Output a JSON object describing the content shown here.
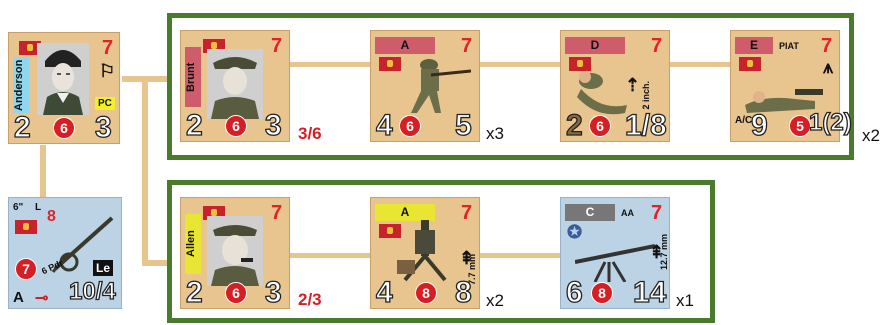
{
  "leader_anderson": {
    "name": "Anderson",
    "morale": "7",
    "skill": "2",
    "command": "6",
    "range": "3",
    "pc": "PC"
  },
  "gun_6pdr": {
    "caliber": "6\"",
    "size": "L",
    "morale": "8",
    "crew": "7",
    "name": "6 Pdr",
    "type": "Le",
    "class": "A",
    "firepower": "10/4"
  },
  "group1": {
    "leader": {
      "name": "Brunt",
      "morale": "7",
      "skill": "2",
      "command": "6",
      "range": "3",
      "count": "3/6"
    },
    "squad": {
      "band": "A",
      "morale": "7",
      "firepower": "4",
      "range": "6",
      "defense": "5",
      "count": "x3"
    },
    "mortar": {
      "band": "D",
      "morale": "7",
      "firepower": "2",
      "range": "6",
      "defense": "1/8",
      "weapon": "2 inch."
    },
    "piat": {
      "band": "E",
      "label": "PIAT",
      "morale": "7",
      "firepower": "9",
      "prefix": "A/C",
      "range": "5",
      "defense": "1(2)"
    },
    "count": "x2"
  },
  "group2": {
    "leader": {
      "name": "Allen",
      "morale": "7",
      "skill": "2",
      "command": "6",
      "range": "3",
      "count": "2/3"
    },
    "mg": {
      "band": "A",
      "morale": "7",
      "firepower": "4",
      "range": "8",
      "defense": "8",
      "caliber": "7.7 mm",
      "count": "x2"
    },
    "aa": {
      "band": "C",
      "label": "AA",
      "morale": "7",
      "firepower": "6",
      "range": "8",
      "defense": "14",
      "caliber": "12.7 mm",
      "count": "x1"
    }
  }
}
